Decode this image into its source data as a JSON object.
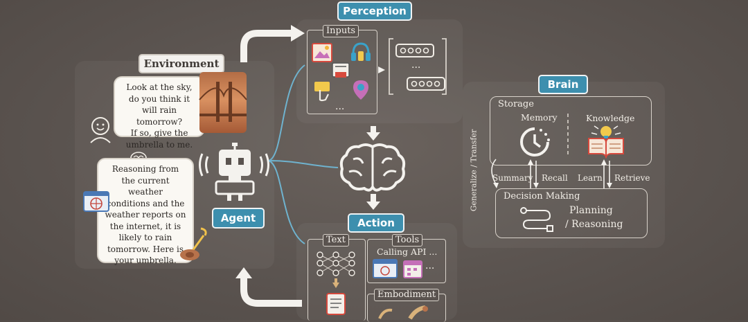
{
  "perception": {
    "title": "Perception",
    "inputs_label": "Inputs",
    "ellipsis": "..."
  },
  "environment": {
    "title": "Environment",
    "question_lines": [
      "Look at the sky,",
      "do you think it",
      "will rain tomorrow?",
      "If so, give the",
      "umbrella to me."
    ],
    "answer_lines": [
      "Reasoning from",
      "the current weather",
      "conditions and the",
      "weather reports on",
      "the internet, it is",
      "likely to rain",
      "tomorrow. Here is",
      "your umbrella."
    ]
  },
  "agent": {
    "label": "Agent"
  },
  "action": {
    "title": "Action",
    "text_label": "Text",
    "tools_label": "Tools",
    "calling_api": "Calling API ...",
    "tools_ellipsis": "...",
    "embodiment_label": "Embodiment"
  },
  "brain": {
    "title": "Brain",
    "storage_label": "Storage",
    "memory_label": "Memory",
    "knowledge_label": "Knowledge",
    "summary_label": "Summary",
    "recall_label": "Recall",
    "learn_label": "Learn",
    "retrieve_label": "Retrieve",
    "generalize_label": "Generalize / Transfer",
    "decision_label": "Decision Making",
    "planning_label": "Planning",
    "reasoning_label": "/ Reasoning"
  },
  "colors": {
    "accent": "#3d8fae",
    "line": "#6fb3cf",
    "panel_border": "#d9d3cb"
  },
  "icons": [
    "human-face-icon",
    "robot-icon",
    "brain-icon",
    "clock-memory-icon",
    "book-knowledge-icon",
    "plan-path-icon",
    "globe-browser-icon",
    "umbrella-icon"
  ]
}
